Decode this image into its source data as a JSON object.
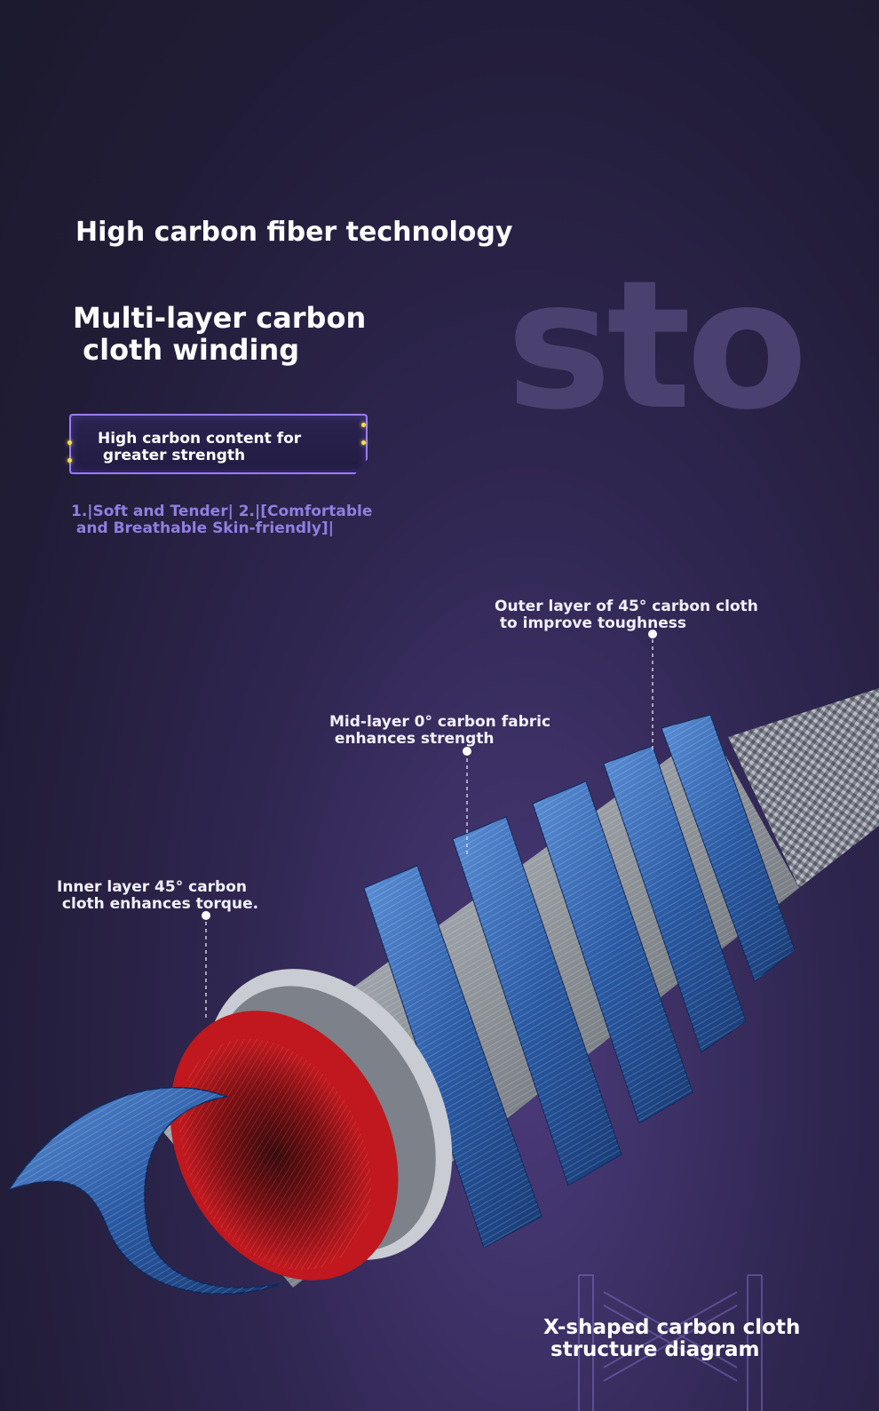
{
  "watermark": "sto",
  "heading": "High carbon fiber technology",
  "subheading": "Multi-layer carbon\n cloth winding",
  "badge": {
    "text": "High carbon content for\n greater strength"
  },
  "features": "1.|Soft and Tender| 2.|[Comfortable\n and Breathable Skin-friendly]|",
  "callouts": {
    "outer": "Outer layer of 45° carbon cloth\n to improve toughness",
    "mid": "Mid-layer 0° carbon fabric\n enhances strength",
    "inner": "Inner layer 45° carbon\n cloth enhances torque."
  },
  "diagram_caption": "X-shaped carbon cloth\n structure diagram",
  "colors": {
    "background": "#201c36",
    "accent_purple": "#9a7cff",
    "feature_text": "#8f7fe0",
    "blue_layer": "#2f5fa8",
    "red_core": "#b3151b",
    "silver_layer": "#9aa0a8"
  },
  "icons": {
    "illustration": "carbon-rod-cross-section",
    "x_logo": "x-shape-outline-icon"
  }
}
